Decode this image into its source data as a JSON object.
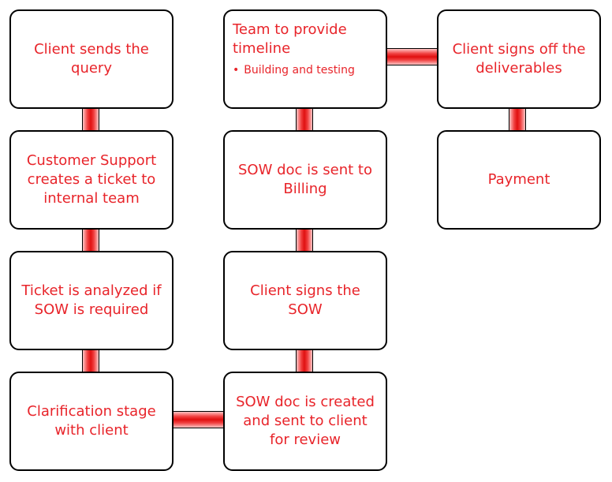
{
  "diagram": {
    "boxes": [
      {
        "id": "client-sends-query",
        "text": "Client sends the query"
      },
      {
        "id": "customer-support-ticket",
        "text": "Customer Support creates a ticket to internal team"
      },
      {
        "id": "ticket-analyzed",
        "text": "Ticket is analyzed if SOW is required"
      },
      {
        "id": "clarification-stage",
        "text": "Clarification stage with client"
      },
      {
        "id": "sow-created",
        "text": "SOW doc is created and sent to client for review"
      },
      {
        "id": "client-signs-sow",
        "text": "Client signs the SOW"
      },
      {
        "id": "sow-sent-billing",
        "text": "SOW doc is sent to Billing"
      },
      {
        "id": "team-timeline",
        "text": "Team to provide timeline",
        "bullets": [
          "Building and testing"
        ]
      },
      {
        "id": "client-signs-off",
        "text": "Client signs off the deliverables"
      },
      {
        "id": "payment",
        "text": "Payment"
      }
    ],
    "colors": {
      "text": "#e8242a",
      "border": "#000000",
      "connector": "#e01010",
      "background": "#ffffff"
    }
  }
}
